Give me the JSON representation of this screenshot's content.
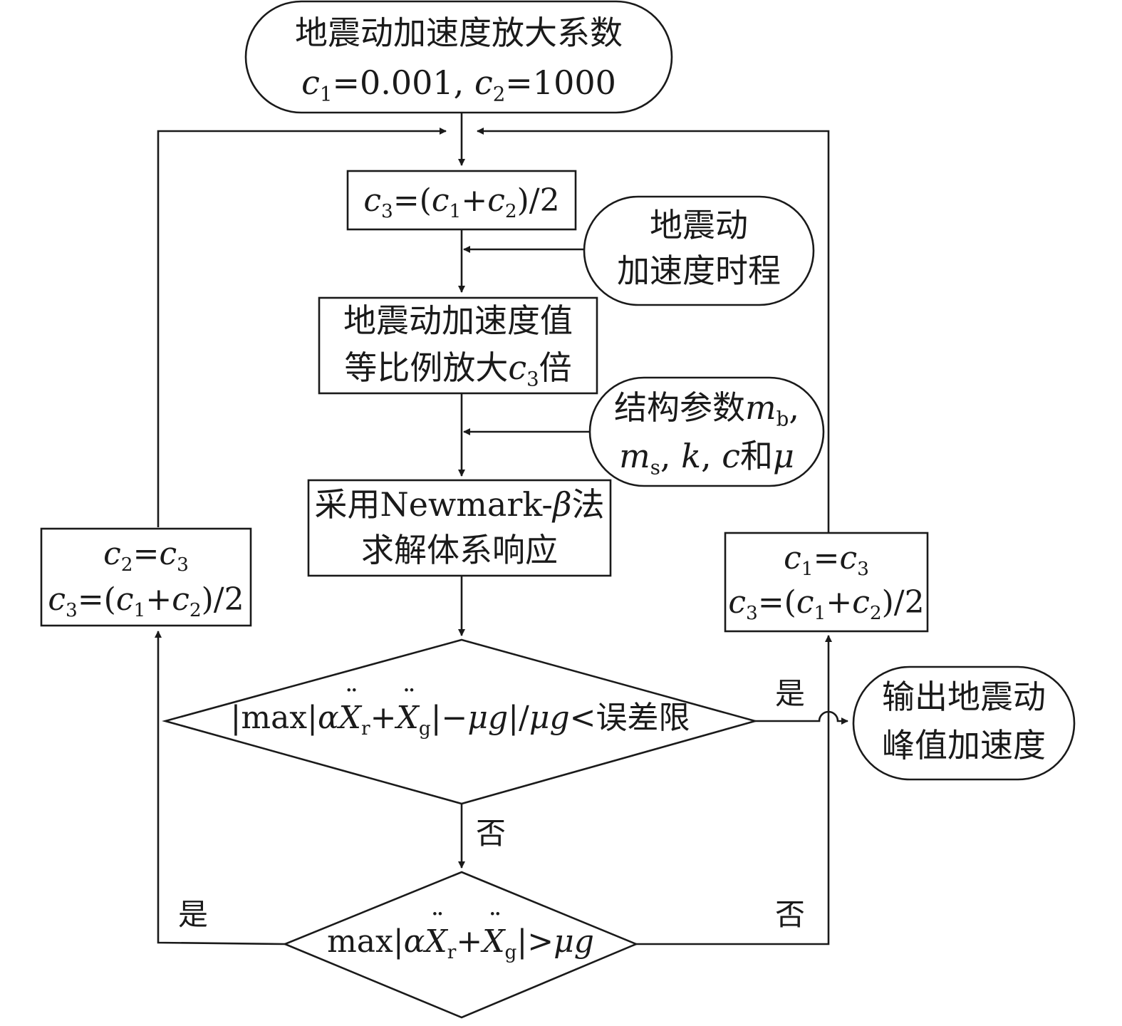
{
  "start": {
    "line1": "地震动加速度放大系数",
    "c1_eq": "=0.001, ",
    "c2_eq": "=1000"
  },
  "box_c3": {
    "eq_a": "=(",
    "plus": "+",
    "tail": ")/2"
  },
  "input_accel": {
    "line1": "地震动",
    "line2": "加速度时程"
  },
  "box_scale": {
    "line1": "地震动加速度值",
    "line2_prefix": "等比例放大",
    "line2_suffix": "倍"
  },
  "input_params": {
    "line1_prefix": "结构参数",
    "line2_mid": "和"
  },
  "box_newmark": {
    "line1_prefix": "采用Newmark-",
    "line1_beta": "β",
    "line1_suffix": "法",
    "line2": "求解体系响应"
  },
  "decision1": {
    "abs": "|",
    "max": "max|",
    "alpha": "α",
    "plus": "+",
    "minus": "|−",
    "mu_g": "μg",
    "slash": "|/",
    "lt": "<误差限"
  },
  "decision2": {
    "max": "max|",
    "alpha": "α",
    "plus": "+",
    "gt": "|>",
    "mu_g": "μg"
  },
  "box_left": {
    "eq1": "=",
    "eq2": "=(",
    "plus": "+",
    "tail": ")/2"
  },
  "box_right": {
    "eq1": "=",
    "eq2": "=(",
    "plus": "+",
    "tail": ")/2"
  },
  "output": {
    "line1": "输出地震动",
    "line2": "峰值加速度"
  },
  "labels": {
    "yes_right": "是",
    "no_down": "否",
    "yes_left": "是",
    "no_right": "否"
  },
  "symbols": {
    "c": "c",
    "one": "1",
    "two": "2",
    "three": "3",
    "m": "m",
    "b": "b",
    "s": "s",
    "k": "k",
    "mu": "μ",
    "comma": ", ",
    "x": "X",
    "r": "r",
    "g": "g"
  }
}
